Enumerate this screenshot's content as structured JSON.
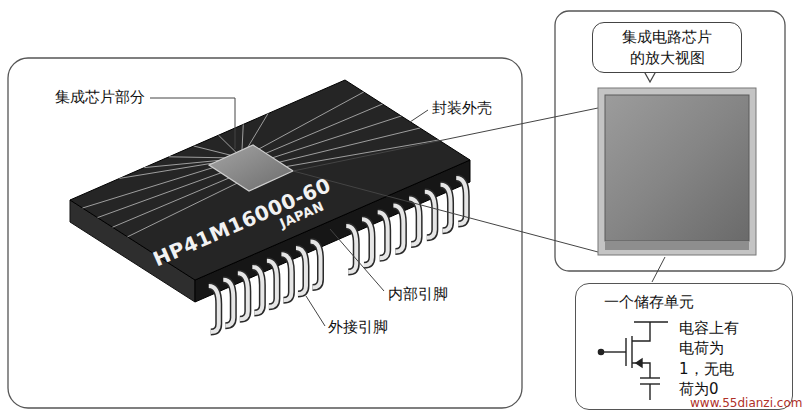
{
  "diagram": {
    "nodes": [
      {
        "text": [
          "集成电路芯片的放大视图"
        ]
      },
      {
        "text": [
          "一个储存单元",
          "电容上有电荷为1，无电荷为0"
        ]
      }
    ],
    "labels": [
      "集成芯片部分",
      "封装外壳",
      "HP41M16000-60",
      "JAPAN",
      "内部引脚",
      "外接引脚",
      "www.55dianzi.com"
    ]
  }
}
